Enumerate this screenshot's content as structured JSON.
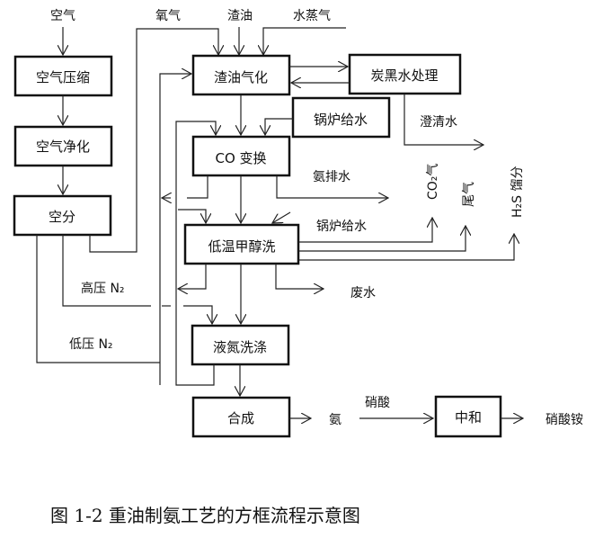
{
  "diagram": {
    "caption": "图 1-2  重油制氨工艺的方框流程示意图",
    "boxes": {
      "air_compress": "空气压缩",
      "air_purify": "空气净化",
      "air_separation": "空分",
      "gasification": "渣油气化",
      "carbon_black_water": "炭黑水处理",
      "boiler_feed_water_box": "锅炉给水",
      "co_shift": "CO 变换",
      "rectisol": "低温甲醇洗",
      "nitrogen_wash": "液氮洗涤",
      "synthesis": "合成",
      "neutralization": "中和"
    },
    "labels": {
      "air": "空气",
      "oxygen": "氧气",
      "residual_oil": "渣油",
      "steam": "水蒸气",
      "clarified_water": "澄清水",
      "ammonia_drain": "氨排水",
      "boiler_feed_water": "锅炉给水",
      "co2_gas": "CO₂气",
      "tail_gas": "尾气",
      "h2s_fraction": "H₂S 馏分",
      "high_pressure_n2": "高压 N₂",
      "low_pressure_n2": "低压 N₂",
      "waste_water": "废水",
      "ammonia": "氨",
      "nitric_acid": "硝酸",
      "ammonium_nitrate": "硝酸铵"
    }
  }
}
